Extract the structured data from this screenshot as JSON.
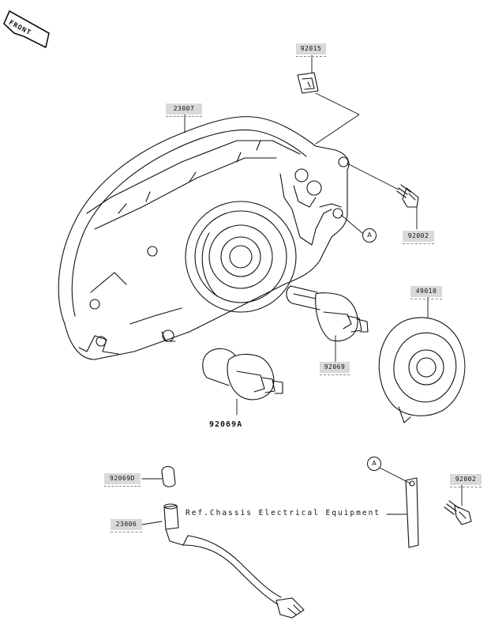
{
  "direction_label": "FRONT",
  "parts": {
    "bracket_nut": "92015",
    "headlight_assy": "23007",
    "bolt_upper": "92002",
    "bulb_right": "92069",
    "bulb_left": "92069A",
    "dust_cover": "49010",
    "bulb_small": "92069D",
    "socket_harness": "23006",
    "bolt_lower": "92002"
  },
  "callout_letter": "A",
  "reference_note": "Ref.Chassis Electrical Equipment"
}
